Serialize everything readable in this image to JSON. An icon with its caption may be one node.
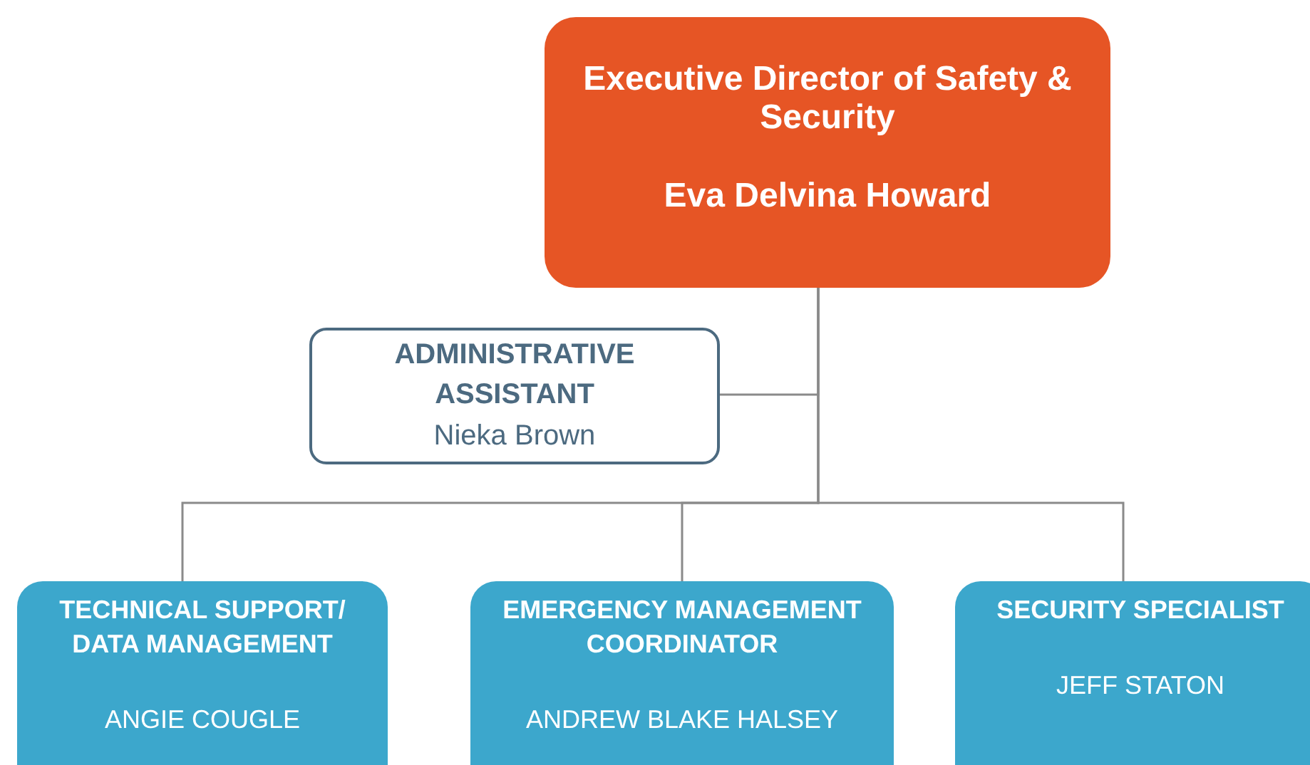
{
  "diagram": {
    "nodes": [
      {
        "text": [
          "Executive Director of Safety & Security",
          "Eva Delvina Howard"
        ]
      },
      {
        "text": [
          "ADMINISTRATIVE ASSISTANT",
          "Nieka Brown"
        ]
      },
      {
        "text": [
          "TECHNICAL SUPPORT/ DATA MANAGEMENT",
          "ANGIE COUGLE"
        ]
      },
      {
        "text": [
          "EMERGENCY MANAGEMENT COORDINATOR",
          "ANDREW BLAKE HALSEY"
        ]
      },
      {
        "text": [
          "SECURITY SPECIALIST",
          "JEFF STATON"
        ]
      }
    ],
    "edges": [
      {
        "from": 0,
        "to": 1,
        "arrow": "none"
      },
      {
        "from": 0,
        "to": 2,
        "arrow": "none"
      },
      {
        "from": 0,
        "to": 3,
        "arrow": "none"
      },
      {
        "from": 0,
        "to": 4,
        "arrow": "none"
      }
    ]
  }
}
